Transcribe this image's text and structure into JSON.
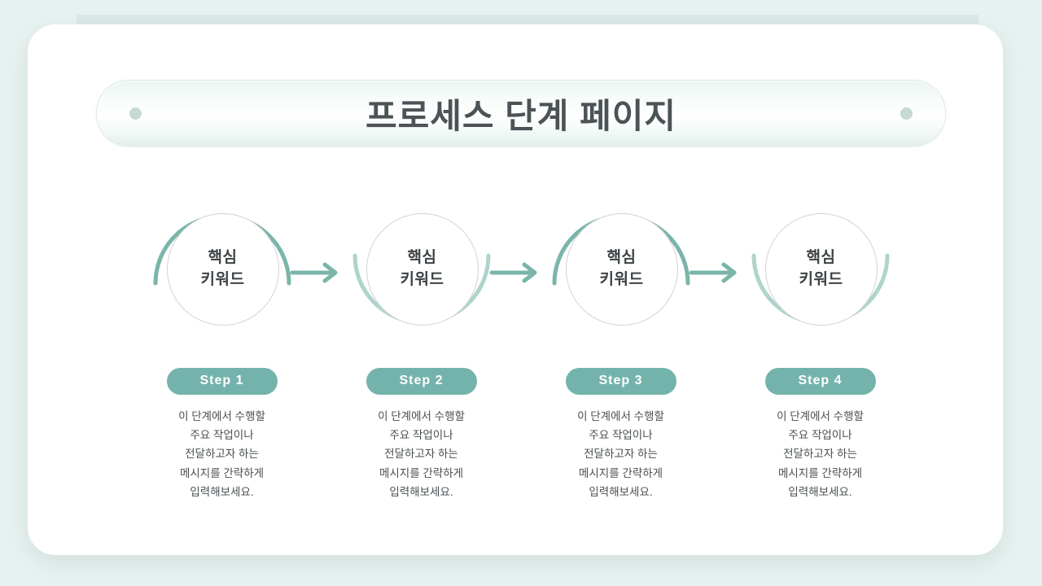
{
  "colors": {
    "page_background": "#e7f2f0",
    "band_background": "#d6e8e5",
    "card_background": "#ffffff",
    "accent_teal": "#74b3ab",
    "arc_dark": "#7ab5aa",
    "arc_light": "#afd4cd",
    "circle_border": "#d4d2d4",
    "title_text": "#4c5356",
    "body_text": "#4a4f52",
    "banner_dot": "#c8d8d4"
  },
  "header": {
    "title": "프로세스 단계 페이지",
    "dot_left_name": "banner-dot-left",
    "dot_right_name": "banner-dot-right"
  },
  "steps": [
    {
      "keyword_line1": "핵심",
      "keyword_line2": "키워드",
      "badge_label": "Step 1",
      "arc_position": "top",
      "has_arrow": true,
      "description_lines": [
        "이 단계에서 수행할",
        "주요 작업이나",
        "전달하고자 하는",
        "메시지를 간략하게",
        "입력해보세요."
      ]
    },
    {
      "keyword_line1": "핵심",
      "keyword_line2": "키워드",
      "badge_label": "Step 2",
      "arc_position": "bottom",
      "has_arrow": true,
      "description_lines": [
        "이 단계에서 수행할",
        "주요 작업이나",
        "전달하고자 하는",
        "메시지를 간략하게",
        "입력해보세요."
      ]
    },
    {
      "keyword_line1": "핵심",
      "keyword_line2": "키워드",
      "badge_label": "Step 3",
      "arc_position": "top",
      "has_arrow": true,
      "description_lines": [
        "이 단계에서 수행할",
        "주요 작업이나",
        "전달하고자 하는",
        "메시지를 간략하게",
        "입력해보세요."
      ]
    },
    {
      "keyword_line1": "핵심",
      "keyword_line2": "키워드",
      "badge_label": "Step 4",
      "arc_position": "bottom",
      "has_arrow": false,
      "description_lines": [
        "이 단계에서 수행할",
        "주요 작업이나",
        "전달하고자 하는",
        "메시지를 간략하게",
        "입력해보세요."
      ]
    }
  ]
}
